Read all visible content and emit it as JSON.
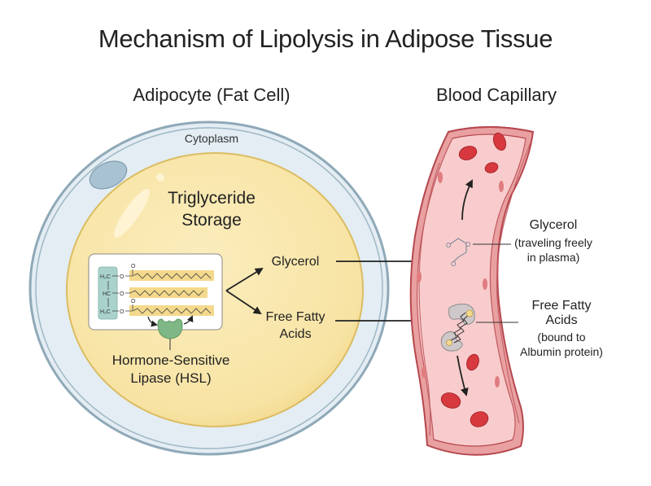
{
  "title": "Mechanism of Lipolysis in Adipose Tissue",
  "adipocyte": {
    "heading": "Adipocyte (Fat Cell)",
    "cytoplasm_label": "Cytoplasm",
    "storage_label_line1": "Triglyceride",
    "storage_label_line2": "Storage",
    "triglyceride_molecule": {
      "backbone_rows": [
        "H₂C",
        "HC",
        "H₂C"
      ],
      "ester_oxygen": "O",
      "carbonyl_oxygen": "O"
    },
    "enzyme_label_line1": "Hormone-Sensitive",
    "enzyme_label_line2": "Lipase (HSL)",
    "products": {
      "glycerol": "Glycerol",
      "ffa_line1": "Free Fatty",
      "ffa_line2": "Acids"
    }
  },
  "capillary": {
    "heading": "Blood Capillary",
    "glycerol_label": "Glycerol",
    "glycerol_sub_line1": "(traveling freely",
    "glycerol_sub_line2": "in plasma)",
    "ffa_label_line1": "Free Fatty",
    "ffa_label_line2": "Acids",
    "ffa_sub_line1": "(bound to",
    "ffa_sub_line2": "Albumin protein)",
    "glycerol_atom": "O"
  },
  "colors": {
    "cell_membrane": "#8fa9b8",
    "cytoplasm": "#e3edf3",
    "lipid_droplet": "#f8e6a6",
    "lipid_border": "#e2c26a",
    "backbone": "#a9d2cc",
    "chain_highlight": "#f4d98c",
    "enzyme": "#7fb886",
    "vessel_wall": "#e79a9a",
    "vessel_lumen": "#f8cccc",
    "vessel_outline": "#b5484f",
    "rbc": "#d7393f",
    "albumin": "#cfc8ca",
    "arrow": "#222222"
  }
}
